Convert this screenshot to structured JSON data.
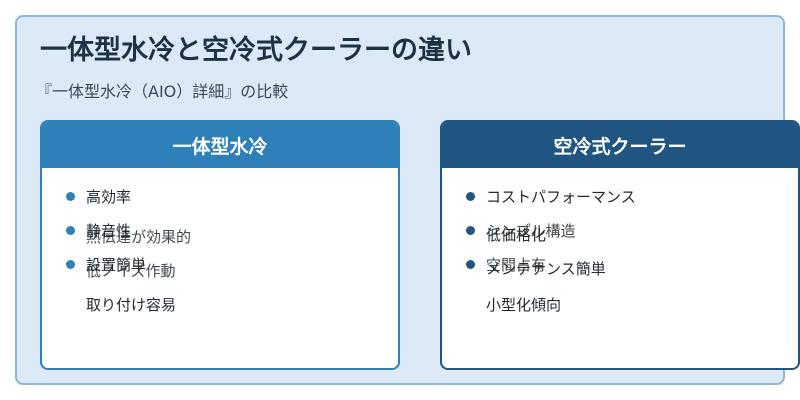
{
  "title": "一体型水冷と空冷式クーラーの違い",
  "subtitle": "『一体型水冷（AIO）詳細』の比較",
  "colors": {
    "frame_bg": "#dbeaf6",
    "frame_border": "#8fb8d8",
    "left_accent": "#2f7fb8",
    "right_accent": "#1f5580"
  },
  "cards": [
    {
      "header": "一体型水冷",
      "items": [
        "高効率",
        "静音性",
        "熱伝達が効果的",
        "設置簡単",
        "低ノイズ作動",
        "取り付け容易"
      ]
    },
    {
      "header": "空冷式クーラー",
      "items": [
        "コストパフォーマンス",
        "シンプル構造",
        "低価格化",
        "空間占有",
        "メンテナンス簡単",
        "小型化傾向"
      ]
    }
  ]
}
